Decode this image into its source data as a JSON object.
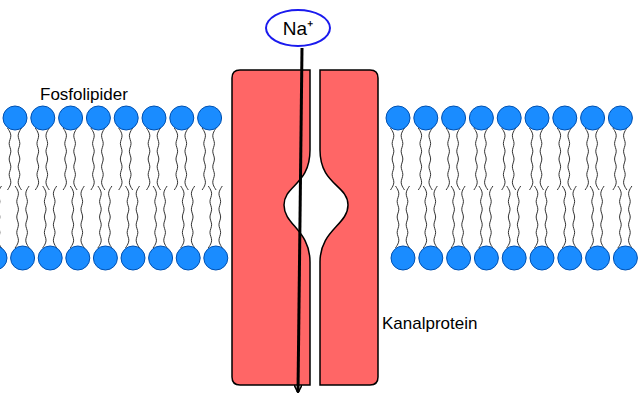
{
  "diagram": {
    "nodes": [
      {
        "text": [
          "Na⁺"
        ]
      }
    ],
    "labels": [
      "Fosfolipider",
      "Kanalprotein"
    ]
  }
}
